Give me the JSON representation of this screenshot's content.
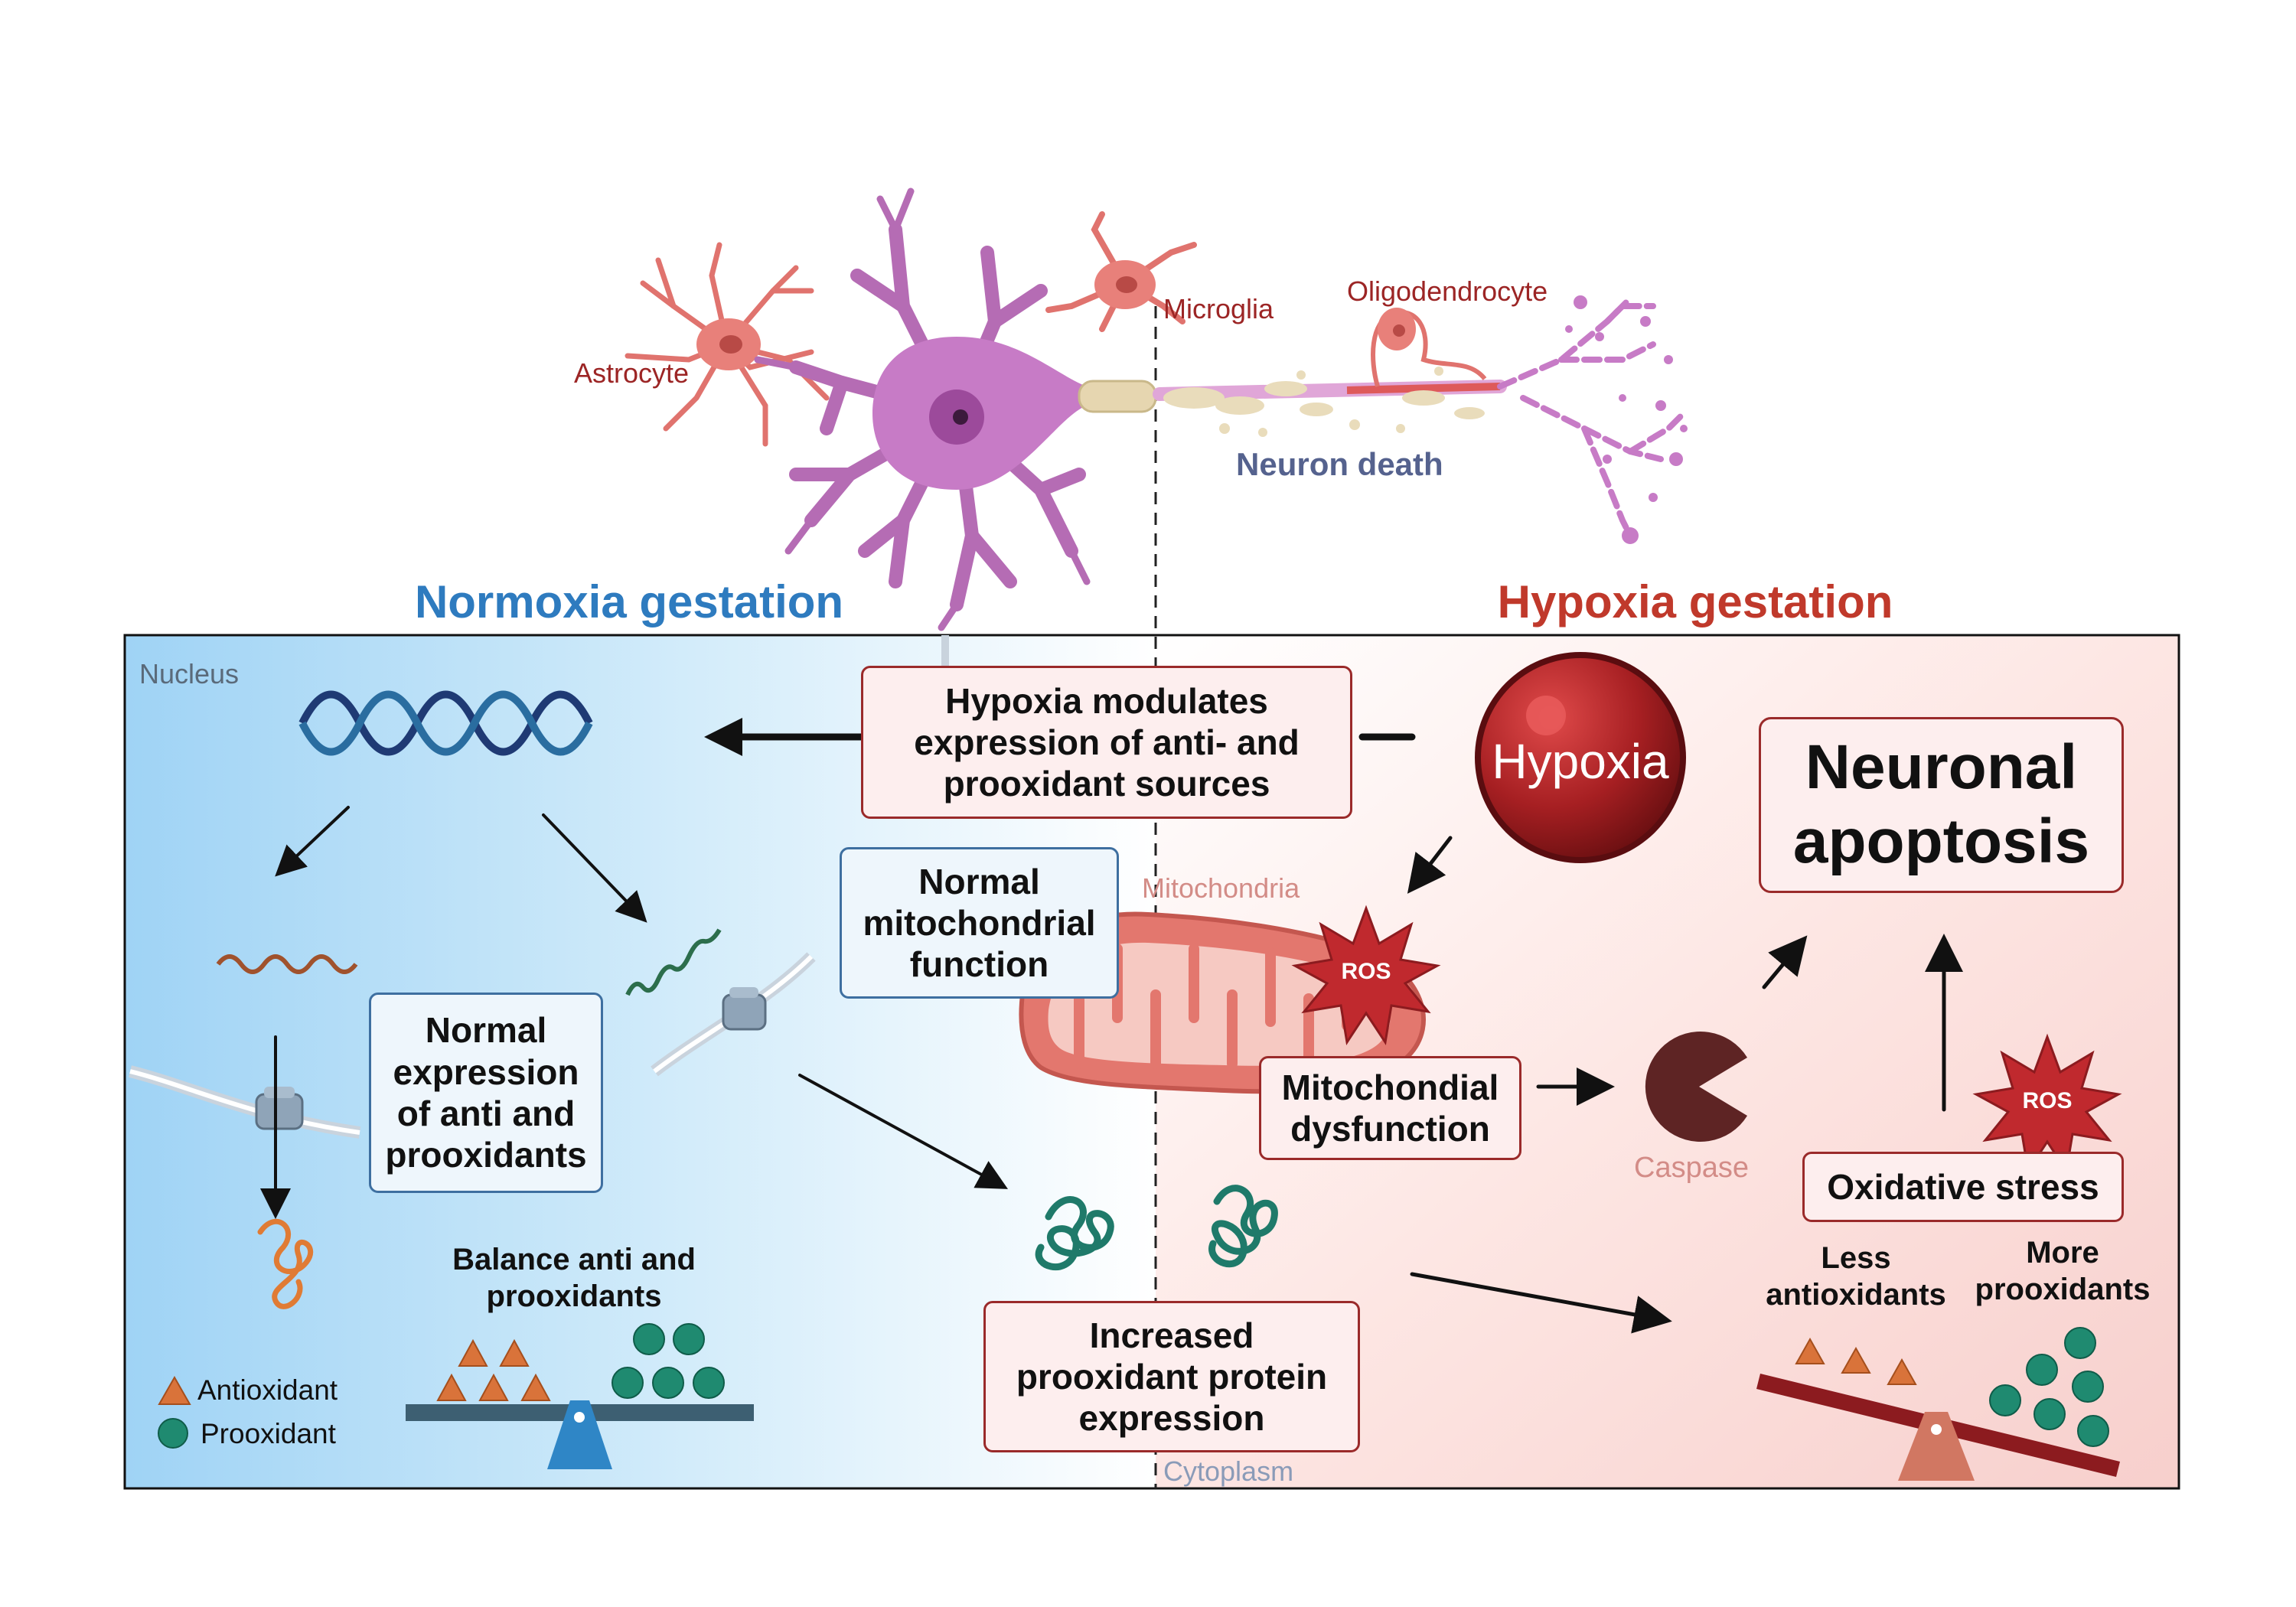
{
  "cells": {
    "astrocyte": "Astrocyte",
    "microglia": "Microglia",
    "oligodendrocyte": "Oligodendrocyte",
    "neuron_death": "Neuron death"
  },
  "sections": {
    "normoxia": "Normoxia gestation",
    "hypoxia": "Hypoxia gestation"
  },
  "regions": {
    "nucleus": "Nucleus",
    "mitochondria": "Mitochondria",
    "cytoplasm": "Cytoplasm",
    "caspase": "Caspase"
  },
  "boxes": {
    "modulates": "Hypoxia modulates expression of anti- and prooxidant sources",
    "normal_mito": "Normal mitochondrial function",
    "normal_expr": "Normal expression of anti and prooxidants",
    "mito_dys": "Mitochondial dysfunction",
    "increased": "Increased prooxidant protein expression",
    "apoptosis": "Neuronal apoptosis",
    "oxidative": "Oxidative stress"
  },
  "labels": {
    "hypoxia_sphere": "Hypoxia",
    "ros": "ROS",
    "balance": "Balance anti and prooxidants",
    "less": "Less antioxidants",
    "more": "More prooxidants"
  },
  "legend": {
    "antioxidant": "Antioxidant",
    "prooxidant": "Prooxidant"
  },
  "colors": {
    "normoxia": "#2e7bbf",
    "hypoxia": "#c0392b",
    "antioxidant": "#d9733a",
    "prooxidant": "#1f8a70",
    "blue_border": "#3e6fa0",
    "red_border": "#9a2a2a"
  }
}
